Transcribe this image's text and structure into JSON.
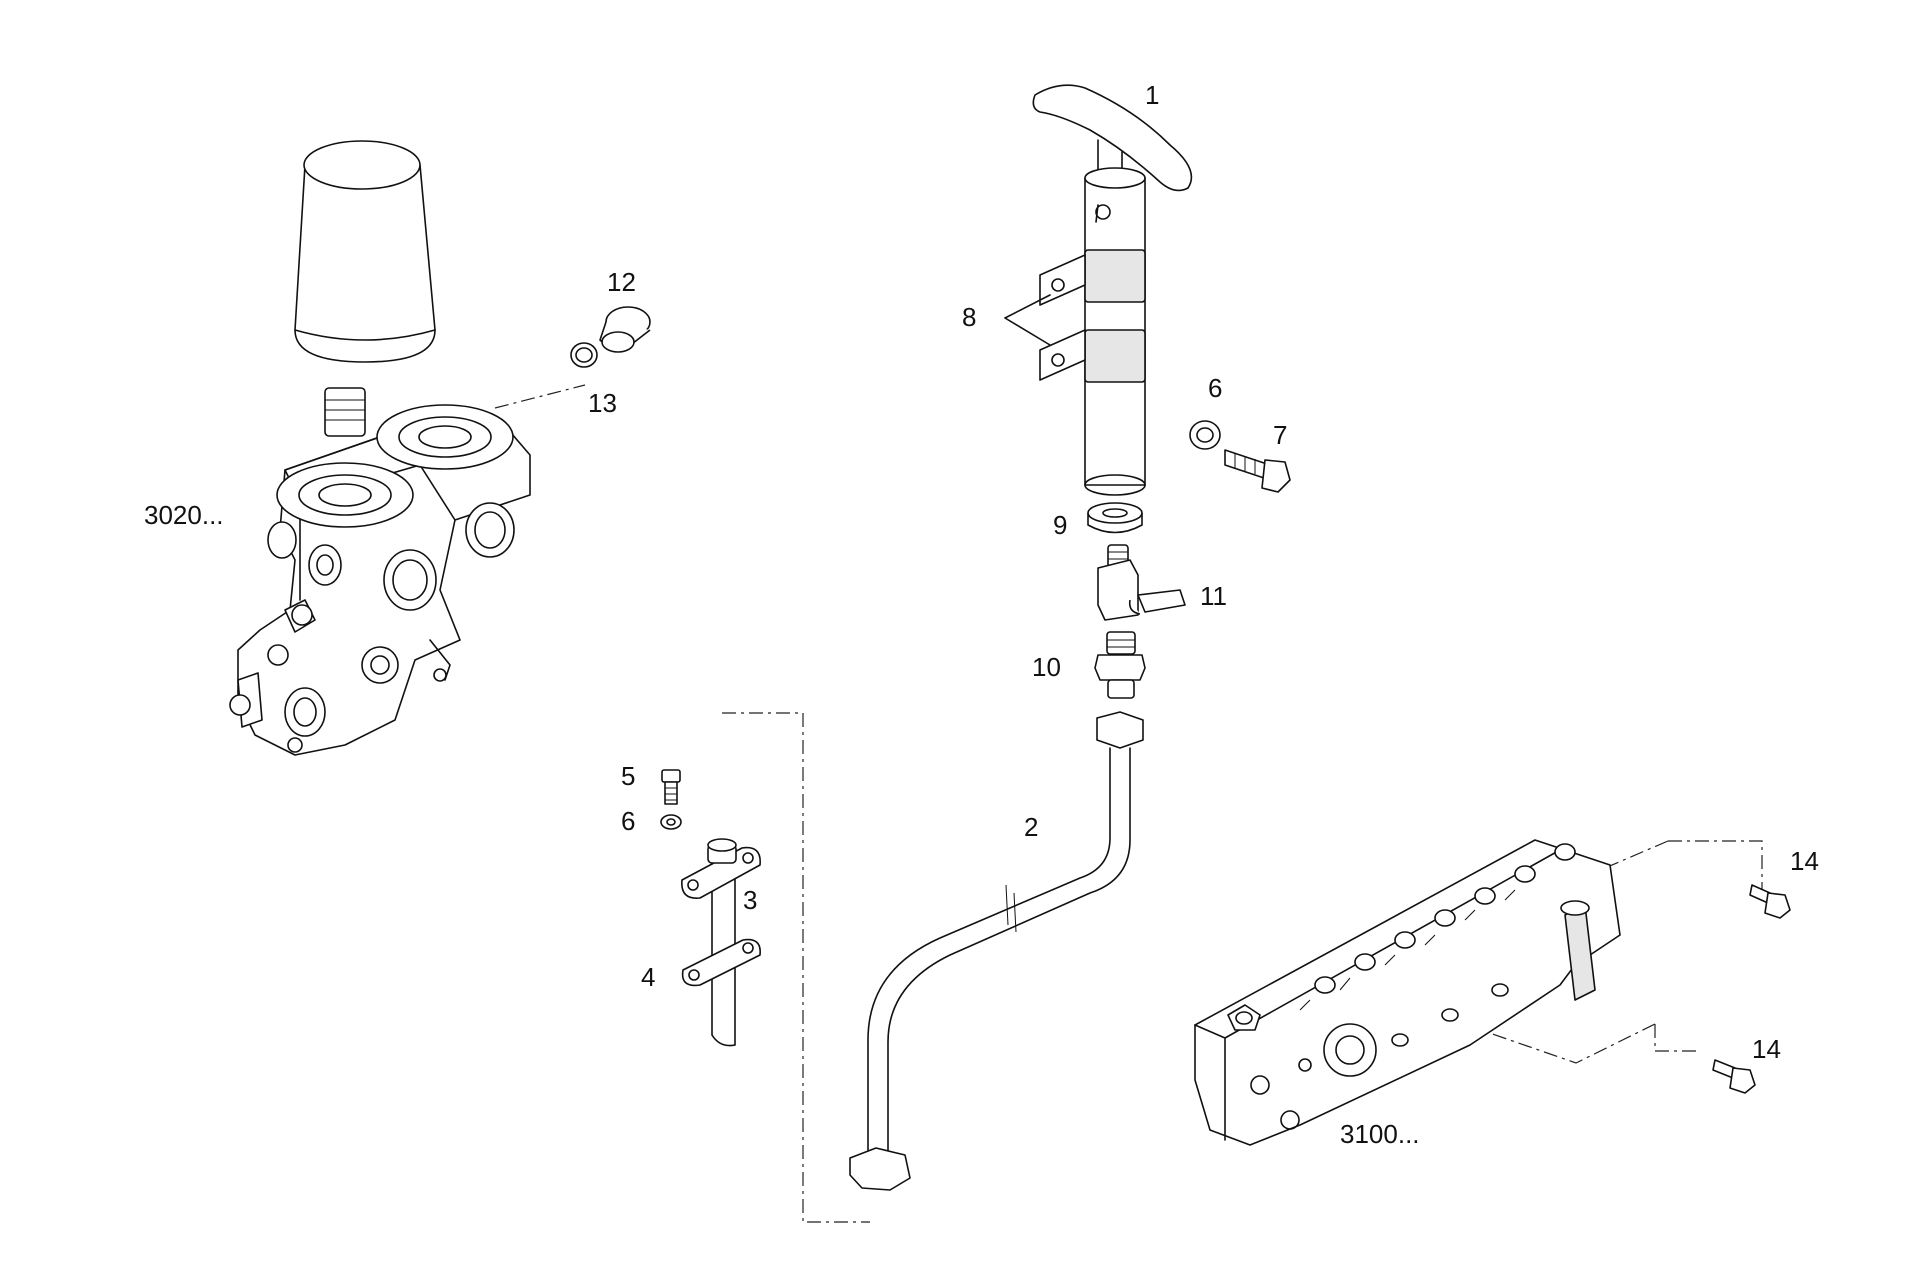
{
  "diagram": {
    "callouts": {
      "p1": "1",
      "p2": "2",
      "p3": "3",
      "p4": "4",
      "p5": "5",
      "p6a": "6",
      "p6b": "6",
      "p7": "7",
      "p8": "8",
      "p9": "9",
      "p10": "10",
      "p11": "11",
      "p12": "12",
      "p13": "13",
      "p14a": "14",
      "p14b": "14"
    },
    "group_refs": {
      "filter_head": "3020...",
      "manifold": "3100..."
    }
  }
}
